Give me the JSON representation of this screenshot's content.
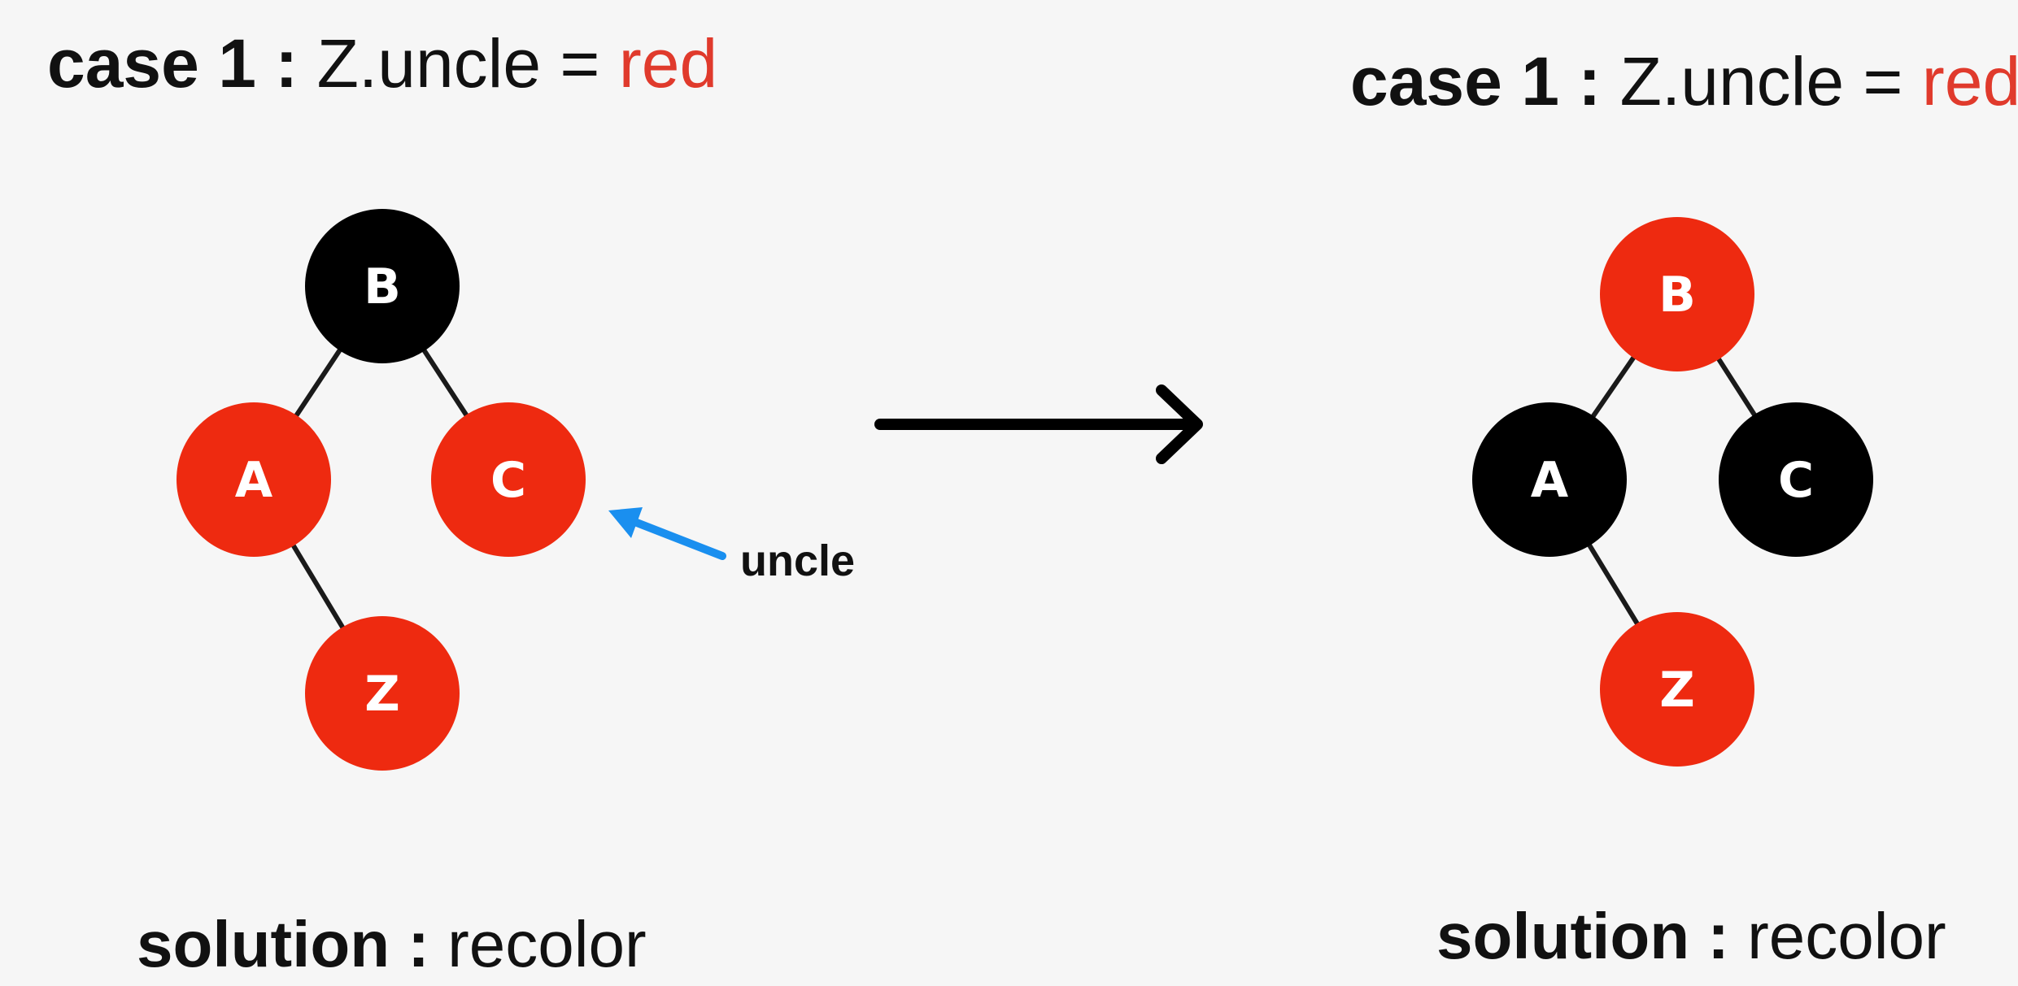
{
  "left_panel": {
    "heading": {
      "case": "case 1 :",
      "expr": "Z.uncle =",
      "value": "red"
    },
    "solution": {
      "label": "solution :",
      "text": "recolor"
    },
    "tree": {
      "nodes": [
        {
          "id": "B",
          "label": "B",
          "color": "black"
        },
        {
          "id": "A",
          "label": "A",
          "color": "red"
        },
        {
          "id": "C",
          "label": "C",
          "color": "red"
        },
        {
          "id": "Z",
          "label": "Z",
          "color": "red"
        }
      ],
      "edges": [
        [
          "B",
          "A"
        ],
        [
          "B",
          "C"
        ],
        [
          "A",
          "Z"
        ]
      ]
    },
    "annotation": {
      "text": "uncle",
      "points_to": "C"
    }
  },
  "right_panel": {
    "heading": {
      "case": "case 1 :",
      "expr": "Z.uncle =",
      "value": "red"
    },
    "solution": {
      "label": "solution :",
      "text": "recolor"
    },
    "tree": {
      "nodes": [
        {
          "id": "B",
          "label": "B",
          "color": "red"
        },
        {
          "id": "A",
          "label": "A",
          "color": "black"
        },
        {
          "id": "C",
          "label": "C",
          "color": "black"
        },
        {
          "id": "Z",
          "label": "Z",
          "color": "red"
        }
      ],
      "edges": [
        [
          "B",
          "A"
        ],
        [
          "B",
          "C"
        ],
        [
          "A",
          "Z"
        ]
      ]
    }
  },
  "colors": {
    "red": "#ee2a10",
    "black": "#000000",
    "edge": "#1a1a1a",
    "arrow_blue": "#1a8fef",
    "heading_accent": "#e03a2c",
    "node_text": "#ffffff"
  }
}
